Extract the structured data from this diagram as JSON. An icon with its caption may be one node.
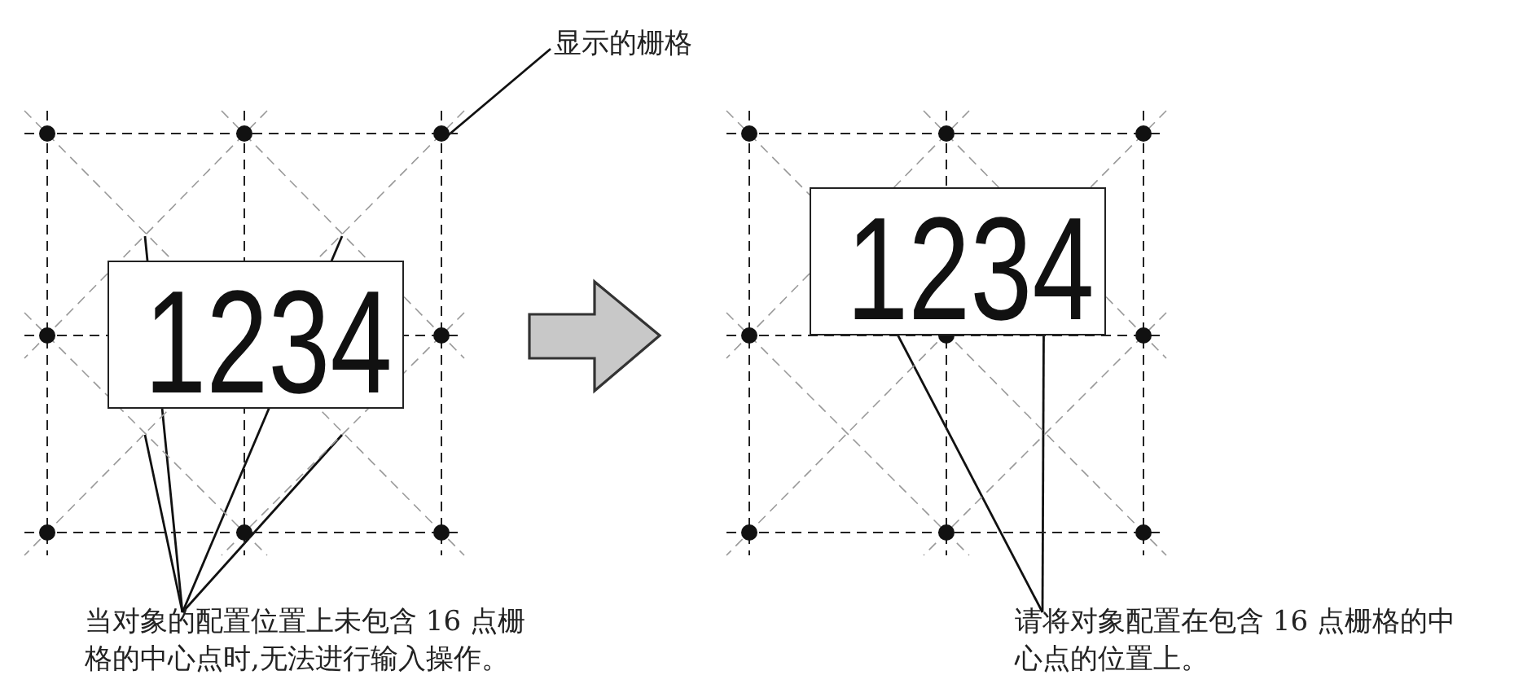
{
  "diagram": {
    "nodes": [
      {
        "text": [
          "显示的栅格"
        ]
      },
      {
        "text": [],
        "shape": "grid"
      },
      {
        "text": [],
        "shape": "circle",
        "in": 1
      },
      {
        "text": [
          "1234"
        ],
        "in": 1
      },
      {
        "text": [
          "当对象的配置位置上未包含 16 点栅格的中心点时,无法进行输入操作。"
        ]
      },
      {
        "text": [],
        "shape": "grid"
      },
      {
        "text": [
          "1234"
        ],
        "in": 5
      },
      {
        "text": [
          "请将对象配置在包含 16 点栅格的中心点的位置上。"
        ]
      }
    ],
    "edges": [
      {
        "from": 0,
        "to": 2,
        "arrow": "none"
      },
      {
        "from": 4,
        "to": null,
        "arrow": "none"
      },
      {
        "from": 4,
        "to": null,
        "arrow": "none"
      },
      {
        "from": 4,
        "to": null,
        "arrow": "none"
      },
      {
        "from": 4,
        "to": null,
        "arrow": "none"
      },
      {
        "from": 1,
        "to": 5,
        "arrow": "to",
        "style": "thick"
      },
      {
        "from": 7,
        "to": 6,
        "arrow": "none"
      },
      {
        "from": 7,
        "to": 6,
        "arrow": "none"
      }
    ]
  }
}
